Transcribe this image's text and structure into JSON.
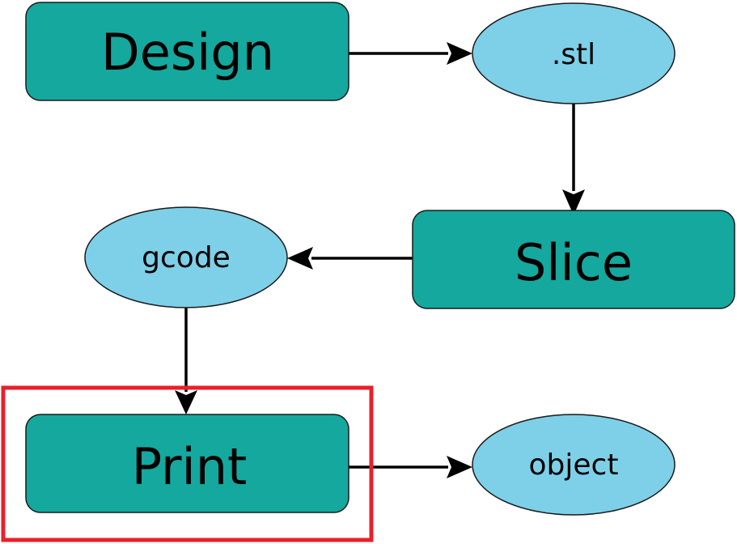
{
  "nodes": {
    "design": {
      "label": "Design",
      "shape": "rounded-rect"
    },
    "stl": {
      "label": ".stl",
      "shape": "ellipse"
    },
    "slice": {
      "label": "Slice",
      "shape": "rounded-rect"
    },
    "gcode": {
      "label": "gcode",
      "shape": "ellipse"
    },
    "print": {
      "label": "Print",
      "shape": "rounded-rect",
      "highlighted": true
    },
    "object": {
      "label": "object",
      "shape": "ellipse"
    }
  },
  "edges": [
    {
      "from": "Design",
      "to": ".stl"
    },
    {
      "from": ".stl",
      "to": "Slice"
    },
    {
      "from": "Slice",
      "to": "gcode"
    },
    {
      "from": "gcode",
      "to": "Print"
    },
    {
      "from": "Print",
      "to": "object"
    }
  ],
  "colors": {
    "process": "#14a89e",
    "file": "#7dd0e8",
    "highlight": "#e8202a"
  }
}
